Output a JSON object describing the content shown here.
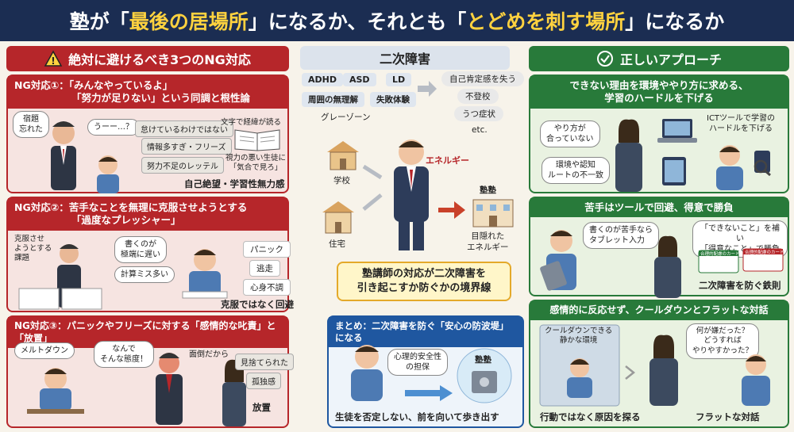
{
  "title": {
    "pre": "塾が「",
    "hl1": "最後の居場所",
    "mid": "」になるか、それとも「",
    "hl2": "とどめを刺す場所",
    "post": "」になるか"
  },
  "left": {
    "header": "絶対に避けるべき3つのNG対応",
    "ng1": {
      "title1": "NG対応①：「みんなやっているよ」",
      "title2": "「努力が足りない」という同調と根性論",
      "bub_left": "宿題\n忘れた",
      "bub_u": "うーー…？",
      "p1": "怠けているわけではない",
      "p2": "情報多すぎ・フリーズ",
      "p3": "努力不足のレッテル",
      "book": "文字で経緯が読る",
      "note": "視力の悪い生徒に\n「気合で見ろ」",
      "foot": "自己絶望・学習性無力感"
    },
    "ng2": {
      "title1": "NG対応②：苦手なことを無理に克服させようとする",
      "title2": "「過度なプレッシャー」",
      "left": "克服させ\nようとする\n課題",
      "bub1": "書くのが\n極端に遅い",
      "bub2": "計算ミス多い",
      "r1": "パニック",
      "r2": "逃走",
      "r3": "心身不調",
      "foot": "克服ではなく回避"
    },
    "ng3": {
      "title": "NG対応③：パニックやフリーズに対する「感情的な叱責」と「放置」",
      "melt": "メルトダウン",
      "bub1": "なんで\nそんな態度！",
      "bub2": "面倒だから",
      "r1": "見捨てられた",
      "r2": "孤独感",
      "r3": "放置"
    }
  },
  "center": {
    "header": "二次障害",
    "tags": [
      "ADHD",
      "ASD",
      "LD",
      "周囲の無理解",
      "失敗体験"
    ],
    "gray": "グレーゾーン",
    "effects": [
      "自己肯定感を失う",
      "不登校",
      "うつ症状",
      "etc."
    ],
    "school": "学校",
    "home": "住宅",
    "energy": "エネルギー",
    "juku": "塾塾",
    "hidden": "目隠れた\nエネルギー",
    "callout": "塾講師の対応が二次障害を\n引き起こすか防ぐかの境界線",
    "summary": "まとめ：二次障害を防ぐ「安心の防波堤」になる",
    "sbub": "心理的安全性\nの担保",
    "sjuku": "塾塾",
    "foot": "生徒を否定しない、前を向いて歩き出す"
  },
  "right": {
    "header": "正しいアプローチ",
    "a1": {
      "title": "できない理由を環境ややり方に求める、\n学習のハードルを下げる",
      "bub1": "やり方が\n合っていない",
      "bub2": "環境や認知\nルートの不一致",
      "ict": "ICTツールで学習の\nハードルを下げる"
    },
    "a2": {
      "title": "苦手はツールで回避、得意で勝負",
      "bub1": "書くのが苦手なら\nタブレット入力",
      "bub2": "「できないこと」を補い\n「得意なこと」で勝負",
      "foot": "二次障害を防ぐ鉄則",
      "card1": "合理的配慮のカード",
      "card2": "合理的配慮のカード"
    },
    "a3": {
      "title": "感情的に反応せず、クールダウンとフラットな対話",
      "room": "クールダウンできる\n静かな環境",
      "bub": "何が嫌だった？\nどうすれば\nやりやすかった？",
      "f1": "行動ではなく原因を探る",
      "f2": "フラットな対話"
    }
  },
  "colors": {
    "navy": "#1b2d52",
    "red": "#b6262a",
    "green": "#287a3a",
    "yellow": "#ffd23f"
  }
}
